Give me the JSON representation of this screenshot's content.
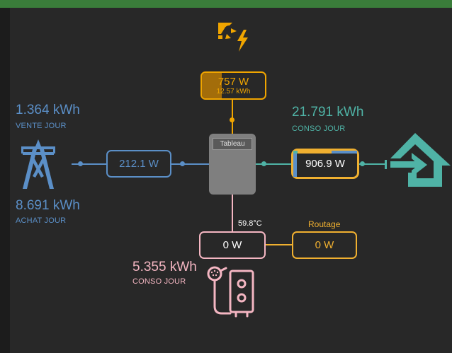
{
  "colors": {
    "grid": "#5b8fc7",
    "solar": "#f0a500",
    "home": "#4fb3a6",
    "boiler": "#f4b6c2",
    "routage": "#f0b030",
    "background": "#282828"
  },
  "icons": {
    "solar": "sun-bolt-icon",
    "grid": "power-pylon-icon",
    "home": "home-import-icon",
    "boiler": "water-heater-icon"
  },
  "solar": {
    "power": "757 W",
    "energy": "12.57 kWh",
    "fill_fraction": 0.32
  },
  "grid": {
    "export_value": "1.364 kWh",
    "export_label": "VENTE JOUR",
    "import_value": "8.691 kWh",
    "import_label": "ACHAT JOUR",
    "power": "212.1 W"
  },
  "inverter": {
    "label": "Tableau"
  },
  "home": {
    "value": "21.791 kWh",
    "label": "CONSO JOUR",
    "power": "906.9 W"
  },
  "boiler": {
    "temperature": "59.8°C",
    "power": "0 W",
    "value": "5.355 kWh",
    "label": "CONSO JOUR"
  },
  "routage": {
    "title": "Routage",
    "power": "0 W"
  }
}
